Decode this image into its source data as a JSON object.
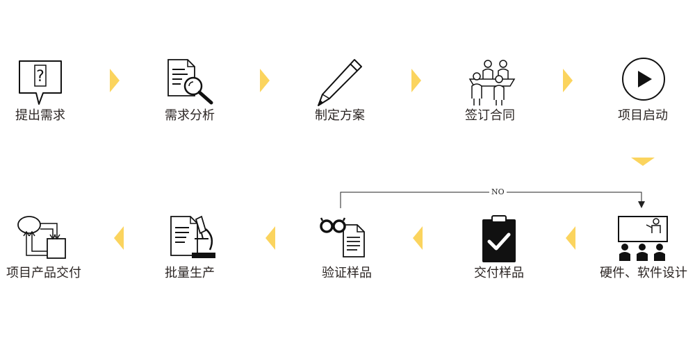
{
  "steps": [
    {
      "id": "submit",
      "label": "提出需求",
      "icon": "question-bubble-icon"
    },
    {
      "id": "analysis",
      "label": "需求分析",
      "icon": "document-magnifier-icon"
    },
    {
      "id": "plan",
      "label": "制定方案",
      "icon": "pencil-icon"
    },
    {
      "id": "contract",
      "label": "签订合同",
      "icon": "meeting-people-icon"
    },
    {
      "id": "launch",
      "label": "项目启动",
      "icon": "play-icon"
    },
    {
      "id": "design",
      "label": "硬件、软件设计",
      "icon": "presentation-icon"
    },
    {
      "id": "deliver_sample",
      "label": "交付样品",
      "icon": "clipboard-check-icon"
    },
    {
      "id": "verify_sample",
      "label": "验证样品",
      "icon": "glasses-document-icon"
    },
    {
      "id": "mass_production",
      "label": "批量生产",
      "icon": "microscope-document-icon"
    },
    {
      "id": "product_delivery",
      "label": "项目产品交付",
      "icon": "exchange-flow-icon"
    }
  ],
  "loop_label": "NO",
  "colors": {
    "arrow": "#fbd45e",
    "text": "#2b2523",
    "line": "#222222"
  }
}
